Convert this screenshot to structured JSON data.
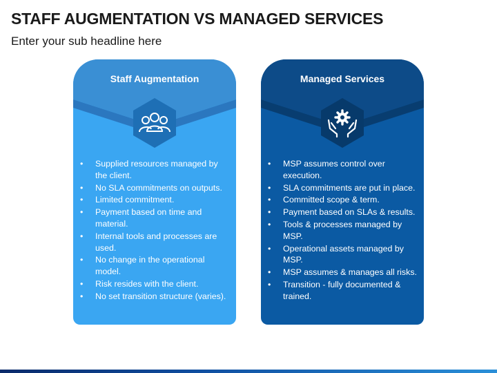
{
  "slide": {
    "title": "STAFF AUGMENTATION VS MANAGED SERVICES",
    "subtitle": "Enter your sub headline here"
  },
  "colors": {
    "left_header": "#3a8fd4",
    "left_header_band": "#2b77bf",
    "left_body": "#3aa6f2",
    "left_hex": "#1e6fb5",
    "right_header": "#0d4b88",
    "right_header_band": "#083d70",
    "right_body": "#0b5aa3",
    "right_hex": "#073a6b",
    "text": "#ffffff"
  },
  "cards": [
    {
      "title": "Staff Augmentation",
      "icon": "people-group-icon",
      "items": [
        "Supplied resources managed by the client.",
        "No SLA commitments on outputs.",
        "Limited commitment.",
        "Payment based on time and material.",
        "Internal tools and processes are used.",
        "No change in the operational model.",
        "Risk resides with the client.",
        "No set transition structure (varies)."
      ]
    },
    {
      "title": "Managed Services",
      "icon": "hands-gear-icon",
      "items": [
        "MSP assumes control over execution.",
        "SLA commitments are put in place.",
        "Committed scope & term.",
        "Payment based on SLAs & results.",
        "Tools & processes managed by MSP.",
        "Operational assets managed by MSP.",
        "MSP assumes & manages all risks.",
        "Transition - fully documented & trained."
      ]
    }
  ]
}
